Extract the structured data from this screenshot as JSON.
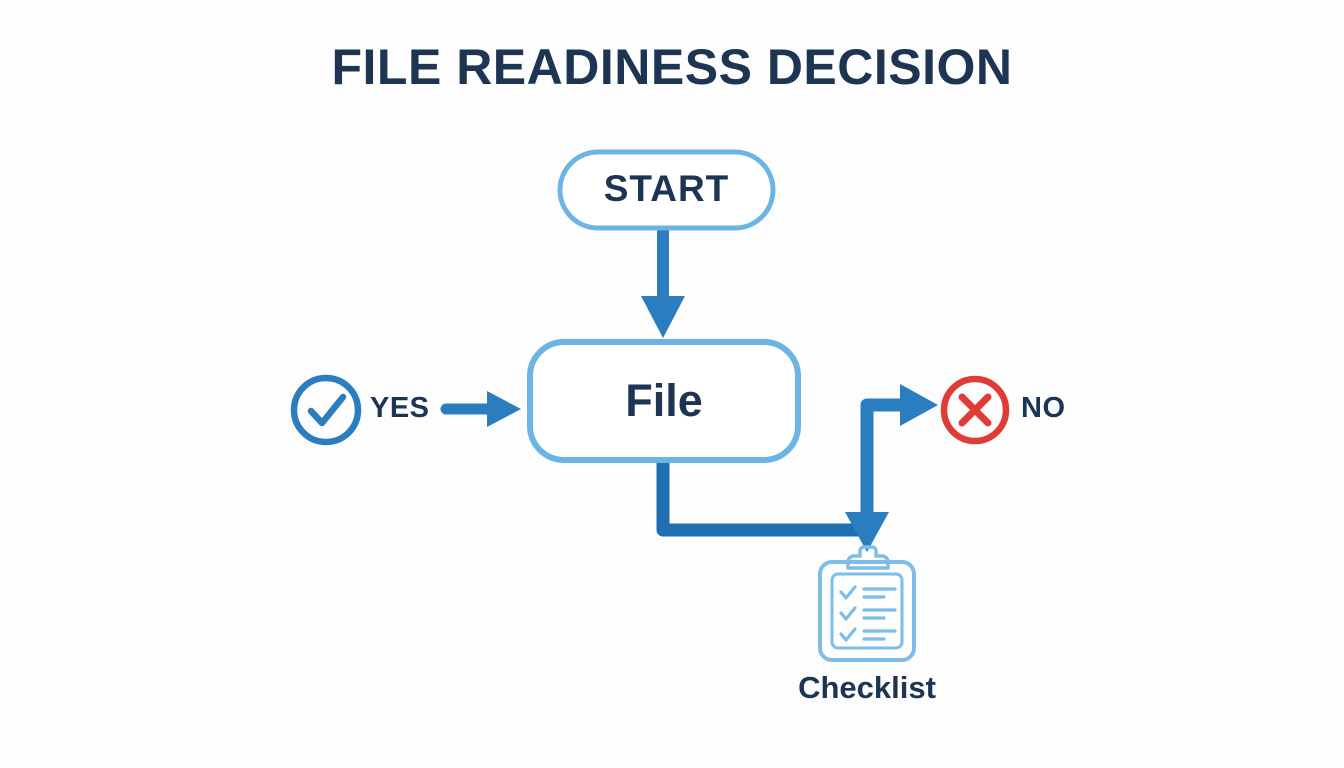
{
  "diagram": {
    "title": "FILE READINESS DECISION",
    "type": "flowchart",
    "background_color": "#fdfdfe",
    "nodes": {
      "start": {
        "label": "START",
        "shape": "pill",
        "border_color": "#6cb4e4",
        "fill_color": "#ffffff",
        "text_color": "#1d3553"
      },
      "file": {
        "label": "File",
        "shape": "rounded-rectangle",
        "border_color": "#6cb4e4",
        "fill_color": "#ffffff",
        "text_color": "#1d3553"
      },
      "yes": {
        "label": "YES",
        "icon": "check-circle-icon",
        "icon_color": "#2a7ec0",
        "text_color": "#1d3553"
      },
      "no": {
        "label": "NO",
        "icon": "x-circle-icon",
        "icon_color": "#e03c37",
        "text_color": "#1d3553"
      },
      "checklist": {
        "label": "Checklist",
        "icon": "clipboard-checklist-icon",
        "icon_color": "#7dbde8",
        "text_color": "#1d3553",
        "check_rows": 3
      }
    },
    "connectors": {
      "color": "#2a7ec0",
      "edges": [
        {
          "from": "start",
          "to": "file",
          "style": "straight-down-arrow"
        },
        {
          "from": "yes",
          "to": "file",
          "style": "straight-right-arrow"
        },
        {
          "from": "file",
          "to": "no",
          "style": "elbow-down-right-up-arrow"
        },
        {
          "from": "file",
          "to": "checklist",
          "style": "elbow-down-right-down-arrow"
        }
      ]
    }
  }
}
